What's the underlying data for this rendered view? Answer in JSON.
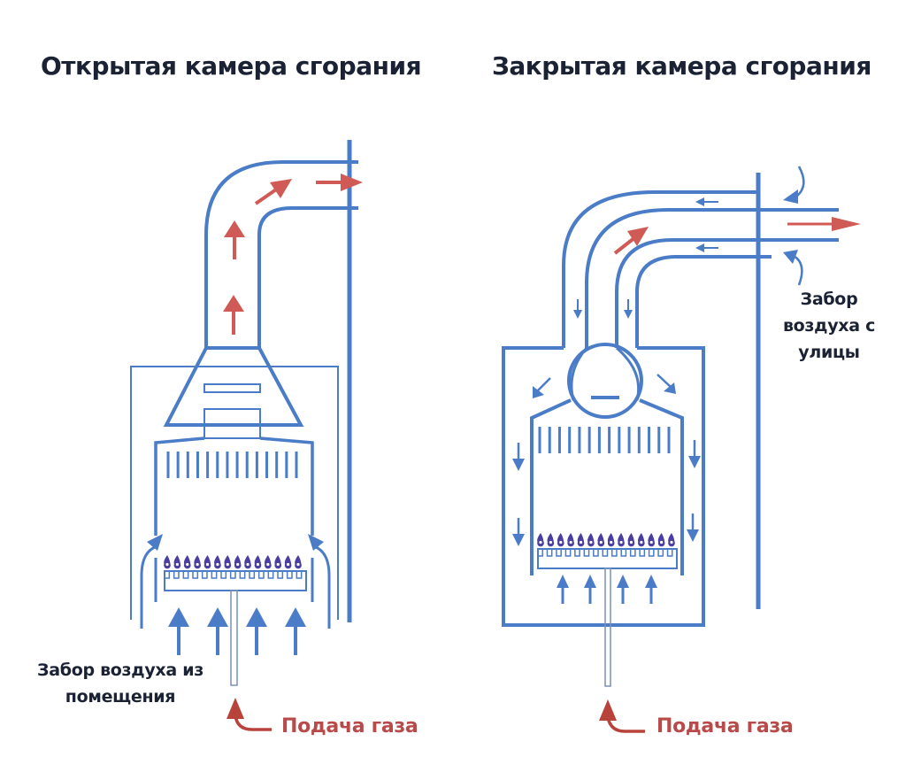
{
  "diagrams": [
    {
      "id": "open",
      "title": "Открытая камера сгорания",
      "air_intake_label": "Забор воздуха из помещения",
      "air_intake_lines": [
        "Забор воздуха из",
        "помещения"
      ],
      "gas_supply_label": "Подача газа",
      "burner_flames": 14,
      "heat_exchanger_fins": 14
    },
    {
      "id": "closed",
      "title": "Закрытая камера сгорания",
      "air_intake_label": "Забор воздуха с улицы",
      "air_intake_lines": [
        "Забор",
        "воздуха с",
        "улицы"
      ],
      "gas_supply_label": "Подача газа",
      "burner_flames": 14,
      "heat_exchanger_fins": 14
    }
  ],
  "colors": {
    "pipe_blue": "#4a7cc7",
    "exhaust_red": "#d05a55",
    "text_dark": "#1a2233",
    "text_red": "#b84a4a",
    "flame_purple": "#4a3fa0"
  }
}
